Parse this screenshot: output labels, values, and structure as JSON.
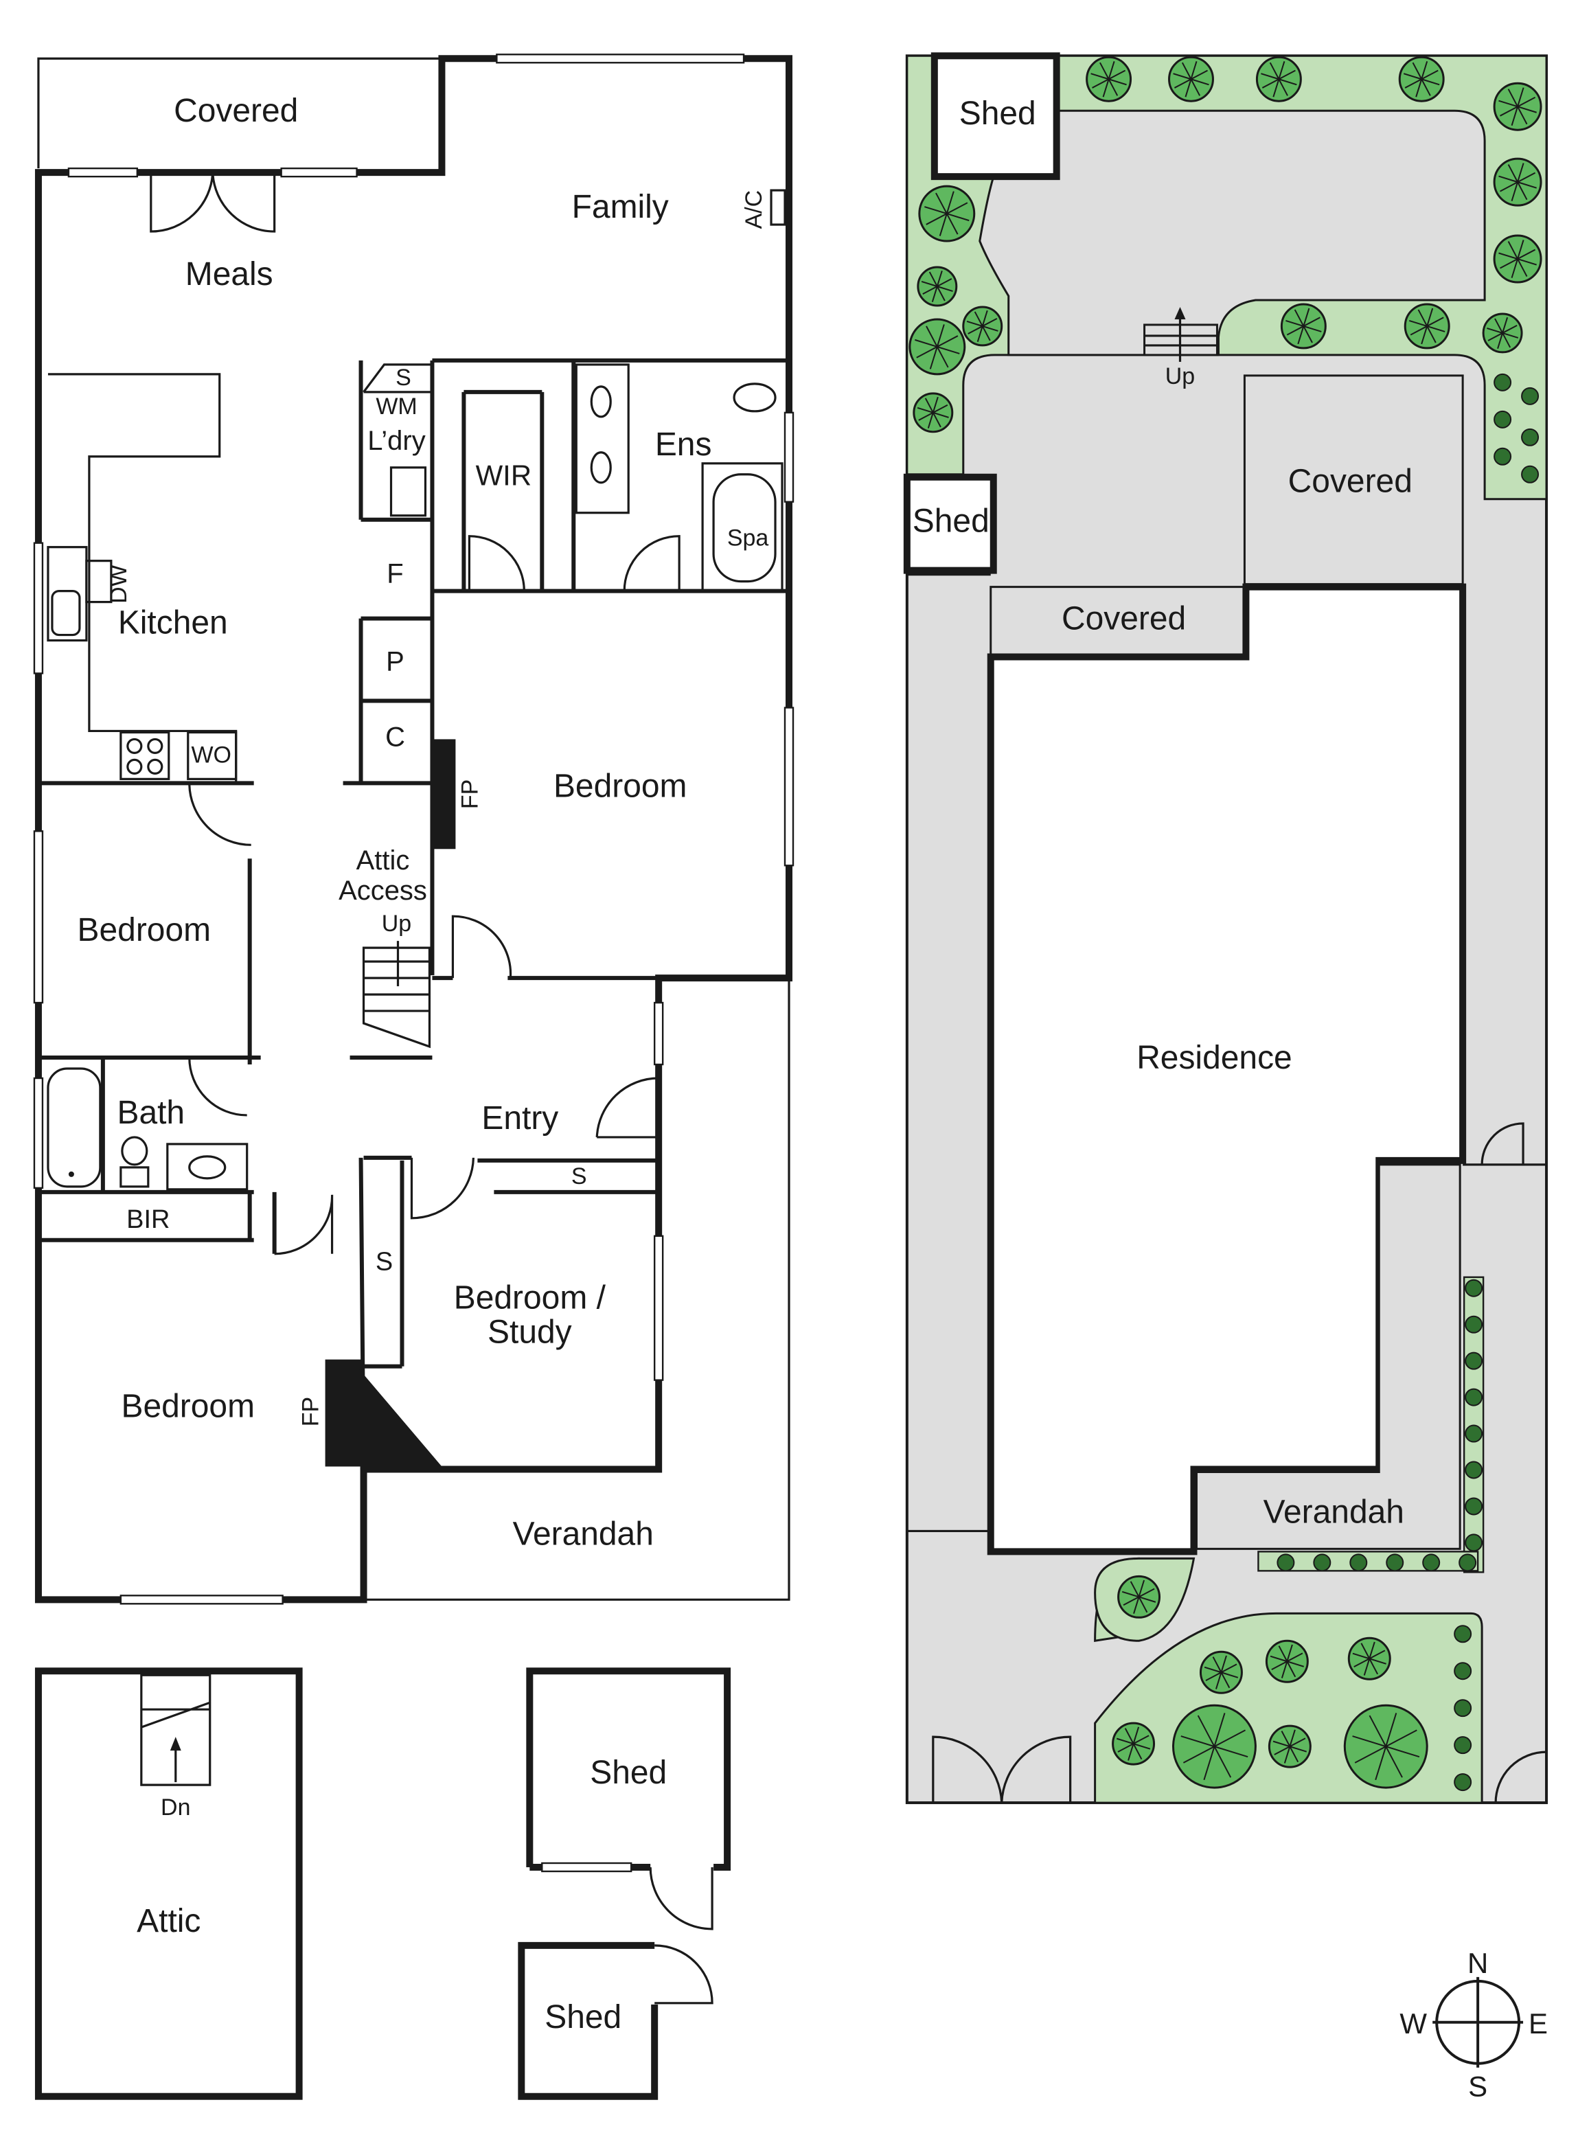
{
  "floor_plan": {
    "rooms": {
      "covered_top": "Covered",
      "family": "Family",
      "ac": "A/C",
      "meals": "Meals",
      "shelf_s": "S",
      "wm": "WM",
      "laundry": "L’dry",
      "wir": "WIR",
      "ens": "Ens",
      "spa": "Spa",
      "dw": "DW",
      "kitchen": "Kitchen",
      "f": "F",
      "p": "P",
      "c": "C",
      "wo": "WO",
      "fp1": "FP",
      "bedroom_main": "Bedroom",
      "attic_access_1": "Attic",
      "attic_access_2": "Access",
      "up": "Up",
      "bedroom_left": "Bedroom",
      "bath": "Bath",
      "entry": "Entry",
      "s_entry": "S",
      "bir": "BIR",
      "s_study": "S",
      "study_1": "Bedroom /",
      "study_2": "Study",
      "bedroom_front": "Bedroom",
      "fp2": "FP",
      "verandah": "Verandah"
    },
    "attic": {
      "dn": "Dn",
      "label": "Attic"
    },
    "shed_1": "Shed",
    "shed_2": "Shed"
  },
  "site_plan": {
    "shed_top": "Shed",
    "up": "Up",
    "covered_right": "Covered",
    "shed_left": "Shed",
    "covered_left": "Covered",
    "residence": "Residence",
    "verandah": "Verandah"
  },
  "compass": {
    "n": "N",
    "s": "S",
    "e": "E",
    "w": "W"
  },
  "colors": {
    "lawn": "#c2e0b8",
    "tree": "#5fb85f",
    "paving": "#dedede",
    "wall": "#1a1a1a"
  }
}
